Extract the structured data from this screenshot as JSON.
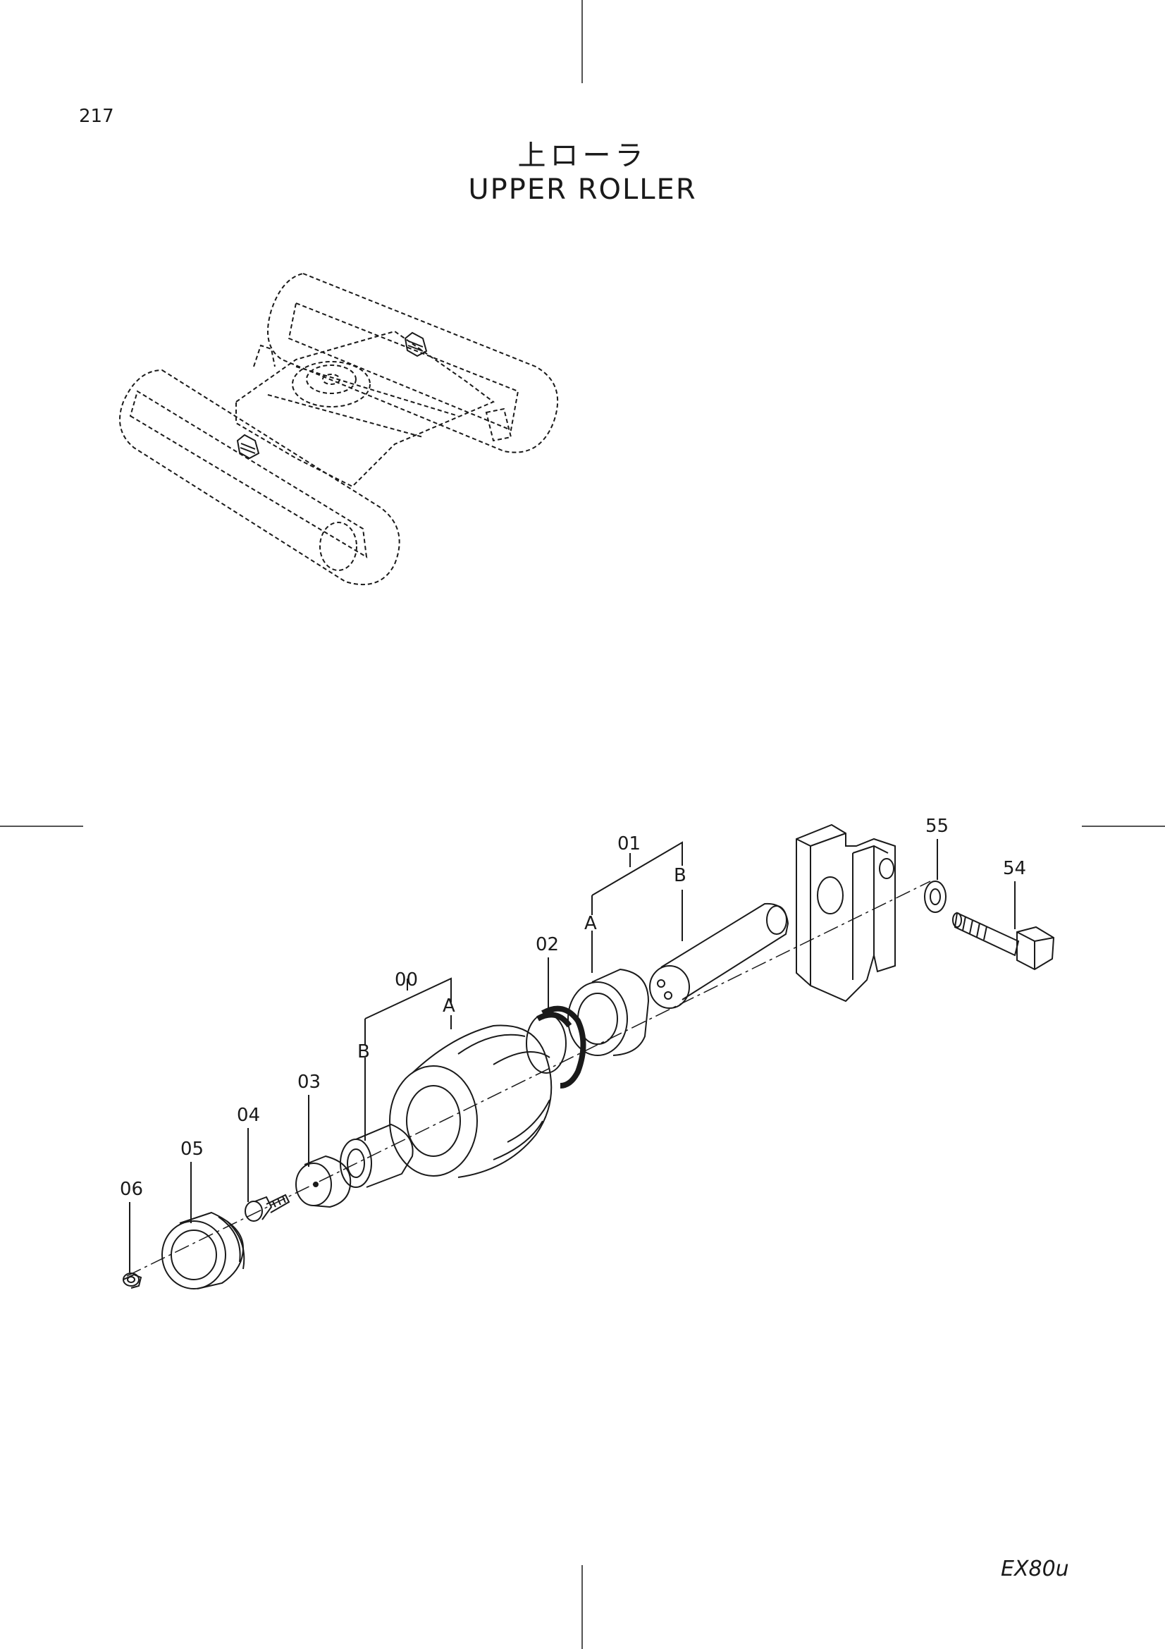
{
  "header": {
    "page_number": "217",
    "title_jp": "上ローラ",
    "title_en": "UPPER  ROLLER"
  },
  "footer": {
    "model": "EX80u"
  },
  "callouts": {
    "c00": "00",
    "c01": "01",
    "c02": "02",
    "c03": "03",
    "c04": "04",
    "c05": "05",
    "c06": "06",
    "c54": "54",
    "c55": "55",
    "a00": "A",
    "b00": "B",
    "a01": "A",
    "b01": "B"
  }
}
